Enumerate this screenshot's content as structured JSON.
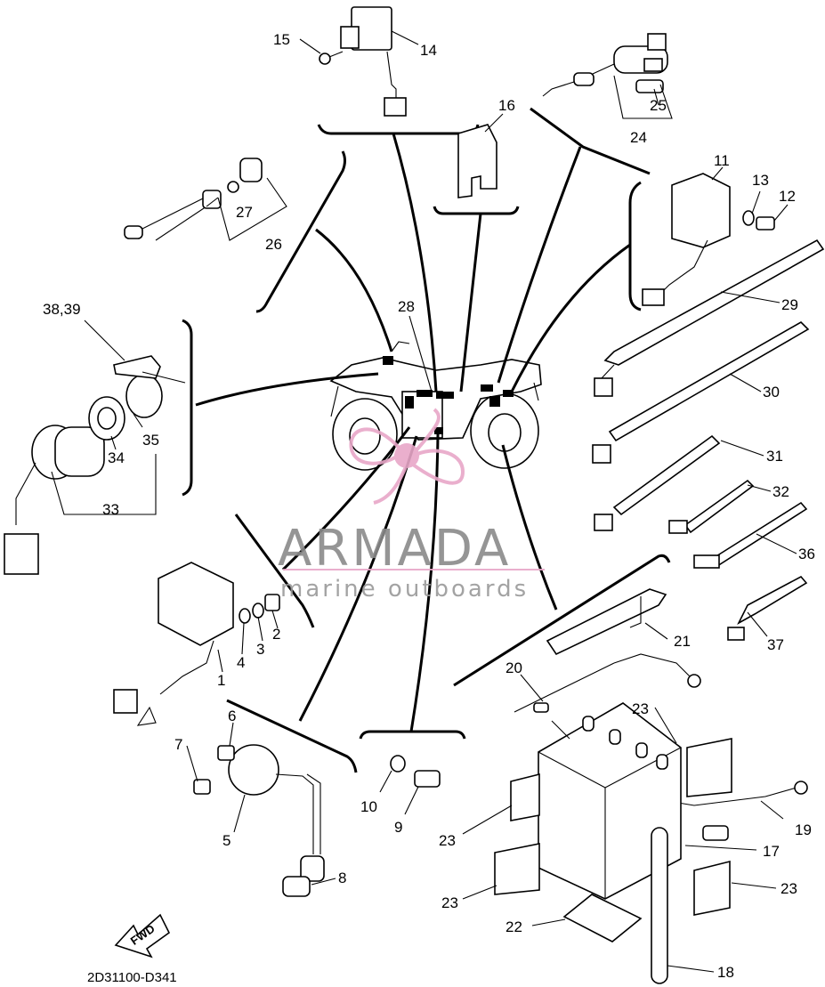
{
  "diagram": {
    "code": "2D31100-D341",
    "fwd_label": "FWD",
    "watermark": {
      "title": "ARMADA",
      "subtitle": "marine outboards",
      "accent_color": "#e8a7c8"
    },
    "callouts": {
      "c1": "1",
      "c2": "2",
      "c3": "3",
      "c4": "4",
      "c5": "5",
      "c6": "6",
      "c7": "7",
      "c8": "8",
      "c9": "9",
      "c10": "10",
      "c11": "11",
      "c12": "12",
      "c13": "13",
      "c14": "14",
      "c15": "15",
      "c16": "16",
      "c17": "17",
      "c18": "18",
      "c19": "19",
      "c20": "20",
      "c21": "21",
      "c22": "22",
      "c23a": "23",
      "c23b": "23",
      "c23c": "23",
      "c23d": "23",
      "c24": "24",
      "c25": "25",
      "c26": "26",
      "c27": "27",
      "c28": "28",
      "c29": "29",
      "c30": "30",
      "c31": "31",
      "c32": "32",
      "c33": "33",
      "c34": "34",
      "c35": "35",
      "c36": "36",
      "c37": "37",
      "c3839": "38,39"
    }
  }
}
